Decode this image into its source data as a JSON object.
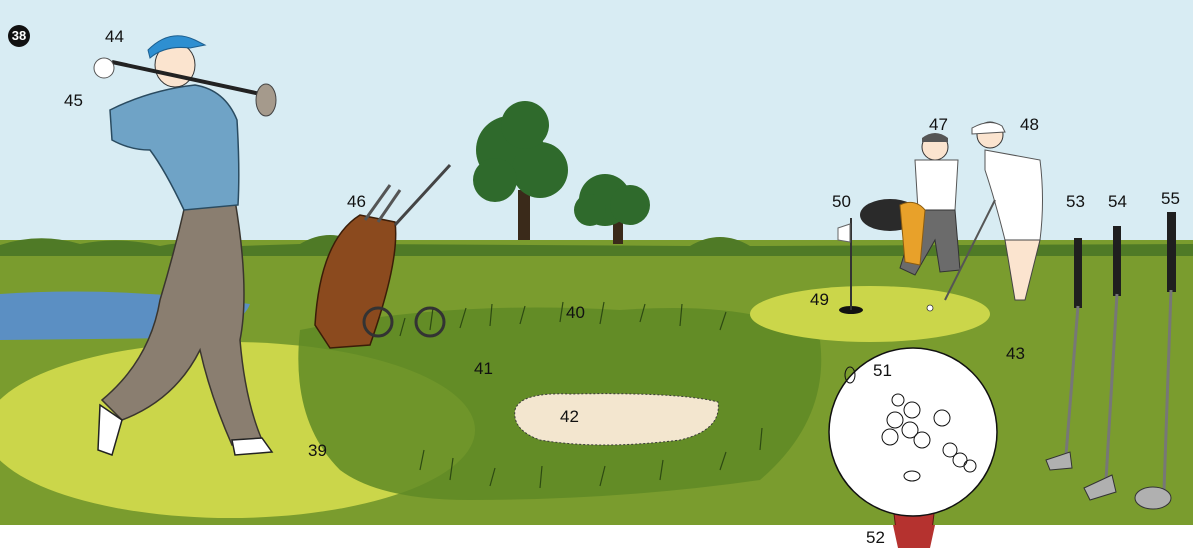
{
  "figure_number": "38",
  "labels": {
    "n39": "39",
    "n40": "40",
    "n41": "41",
    "n42": "42",
    "n43": "43",
    "n44": "44",
    "n45": "45",
    "n46": "46",
    "n47": "47",
    "n48": "48",
    "n49": "49",
    "n50": "50",
    "n51": "51",
    "n52": "52",
    "n53": "53",
    "n54": "54",
    "n55": "55"
  },
  "colors": {
    "sky": "#d8ecf3",
    "grass": "#7a9c2e",
    "fairway": "#cbd64a",
    "rough": "#5f8a24",
    "bunker": "#f3e6cf",
    "water": "#5b8fc3",
    "tree": "#2f6a2c",
    "shirt": "#6fa3c6",
    "cap": "#2e8fd1",
    "trousers": "#8a7e70",
    "bag": "#8b4a1e",
    "tee": "#b5322f",
    "towel": "#e8a12a"
  }
}
